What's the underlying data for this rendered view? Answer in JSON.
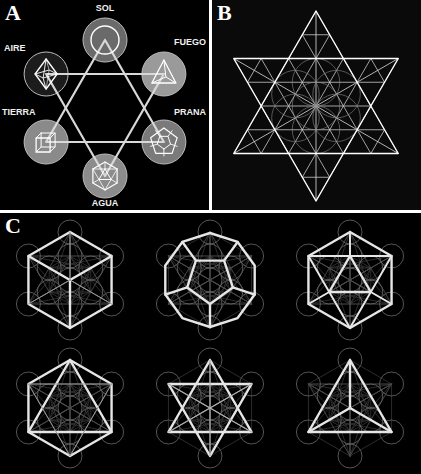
{
  "diagram": {
    "labels": [
      "A",
      "SOL",
      "AIRE",
      "FUEGO",
      "TIERRA",
      "PRANA",
      "AGUA",
      "B",
      "C"
    ]
  }
}
